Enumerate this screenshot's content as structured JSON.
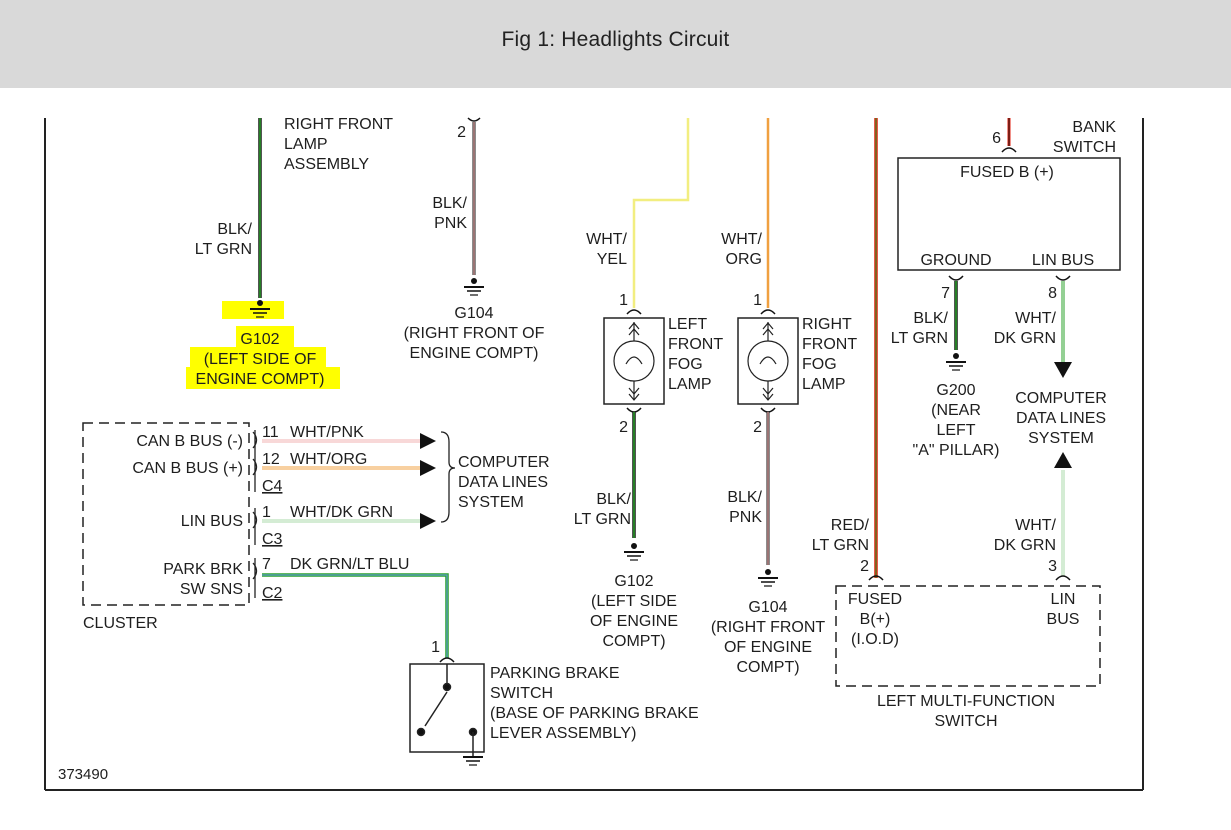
{
  "title": "Fig 1: Headlights Circuit",
  "colors": {
    "highlight": "#ffff00",
    "wire_green": "#2aa02a",
    "wire_red": "#e02010",
    "wire_yellow": "#f2ee80",
    "wire_orange": "#f0a040",
    "wire_pink": "#f0b0b0",
    "wire_black": "#1a1a1a",
    "wire_lightgreen": "#a8d8a8"
  },
  "figure_number": "373490",
  "g102_top": {
    "pin_label": "RIGHT FRONT\nLAMP\nASSEMBLY",
    "wire_label": "BLK/\nLT GRN",
    "ground_label": "G102\n(LEFT SIDE OF\nENGINE COMPT)"
  },
  "g104_top": {
    "pin": "2",
    "wire_label": "BLK/\nPNK",
    "ground_label": "G104\n(RIGHT FRONT OF\nENGINE COMPT)"
  },
  "left_fog": {
    "wire_top_label": "WHT/\nYEL",
    "pin_top": "1",
    "lamp_label": "LEFT\nFRONT\nFOG\nLAMP",
    "pin_bottom": "2",
    "wire_bottom_label": "BLK/\nLT GRN",
    "ground_label": "G102\n(LEFT SIDE\nOF ENGINE\nCOMPT)"
  },
  "right_fog": {
    "wire_top_label": "WHT/\nORG",
    "pin_top": "1",
    "lamp_label": "RIGHT\nFRONT\nFOG\nLAMP",
    "pin_bottom": "2",
    "wire_bottom_label": "BLK/\nPNK",
    "ground_label": "G104\n(RIGHT FRONT\nOF ENGINE\nCOMPT)"
  },
  "bank_switch": {
    "name": "BANK\nSWITCH",
    "pin_top": "6",
    "fused": "FUSED B (+)",
    "ground": "GROUND",
    "lin_bus": "LIN BUS",
    "pin_ground": "7",
    "pin_lin": "8",
    "ground_wire": "BLK/\nLT GRN",
    "lin_wire": "WHT/\nDK GRN",
    "cdls_label": "COMPUTER\nDATA LINES\nSYSTEM",
    "g200_label": "G200\n(NEAR\nLEFT\n\"A\" PILLAR)"
  },
  "cluster": {
    "name": "CLUSTER",
    "can_minus": "CAN B BUS (-)",
    "can_plus": "CAN B BUS (+)",
    "lin_bus": "LIN BUS",
    "park_brk": "PARK BRK\nSW SNS",
    "pin_11": "11",
    "pin_12": "12",
    "pin_1": "1",
    "pin_7": "7",
    "wire_11": "WHT/PNK",
    "wire_12": "WHT/ORG",
    "wire_1": "WHT/DK GRN",
    "wire_7": "DK GRN/LT BLU",
    "conn_c4": "C4",
    "conn_c3": "C3",
    "conn_c2": "C2",
    "cdls_label": "COMPUTER\nDATA LINES\nSYSTEM"
  },
  "parking_brake": {
    "pin": "1",
    "label": "PARKING BRAKE\nSWITCH\n(BASE OF PARKING BRAKE\nLEVER ASSEMBLY)"
  },
  "multifunction": {
    "name": "LEFT MULTI-FUNCTION\nSWITCH",
    "fused": "FUSED\nB(+)\n(I.O.D)",
    "lin": "LIN\nBUS",
    "pin_2": "2",
    "pin_3": "3",
    "wire_2": "RED/\nLT GRN",
    "wire_3": "WHT/\nDK GRN",
    "cdls_label": "COMPUTER\nDATA LINES\nSYSTEM"
  }
}
